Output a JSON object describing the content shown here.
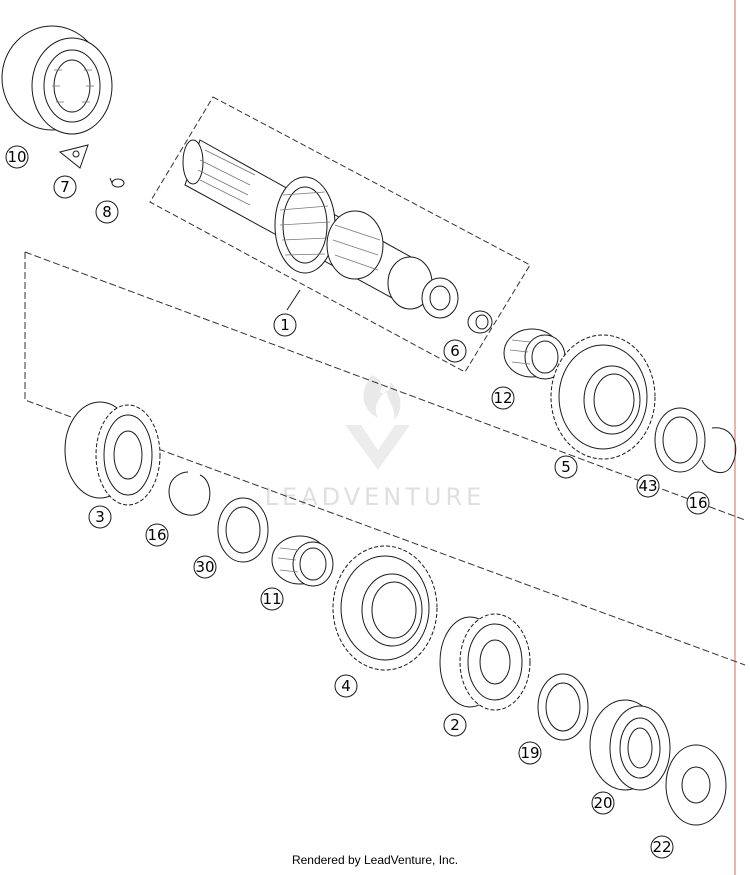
{
  "footer": {
    "text": "Rendered by LeadVenture, Inc."
  },
  "watermark": {
    "text": "LEADVENTURE"
  },
  "colors": {
    "ink": "#1a1a1a",
    "edge_line": "#e06060",
    "watermark": "#d8d8d8"
  },
  "callouts": {
    "c10a": "10",
    "c7": "7",
    "c8": "8",
    "c1": "1",
    "c6": "6",
    "c12": "12",
    "c5": "5",
    "c43": "43",
    "c16a": "16",
    "c3": "3",
    "c16b": "16",
    "c30": "30",
    "c11": "11",
    "c4": "4",
    "c2": "2",
    "c19": "19",
    "c20": "20",
    "c22": "22"
  }
}
